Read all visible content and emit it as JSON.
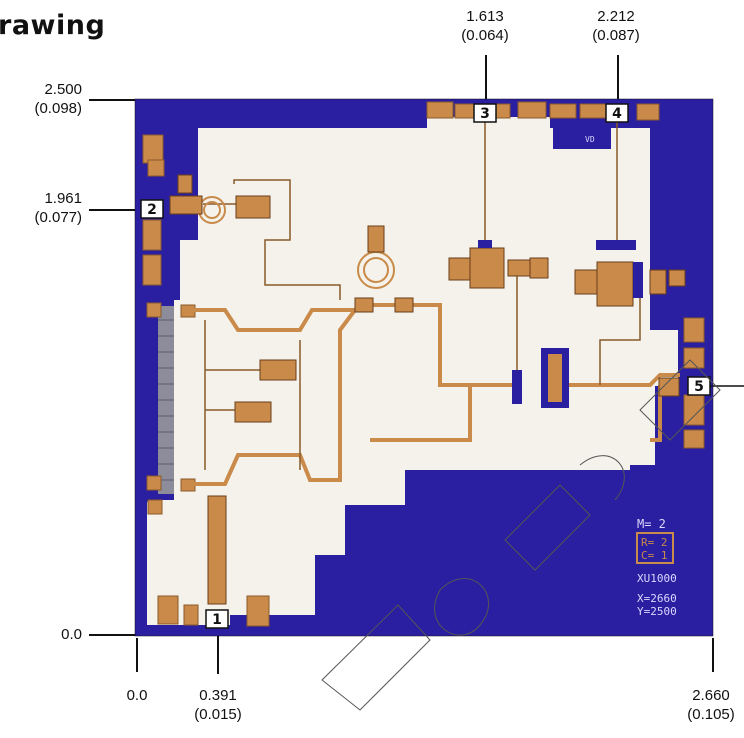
{
  "title": "rawing",
  "dimensions": {
    "top_pad3": {
      "mm": "1.613",
      "in": "(0.064)"
    },
    "top_pad4": {
      "mm": "2.212",
      "in": "(0.087)"
    },
    "left_top": {
      "mm": "2.500",
      "in": "(0.098)"
    },
    "left_pad2": {
      "mm": "1.961",
      "in": "(0.077)"
    },
    "left_bottom": {
      "mm": "0.0"
    },
    "bottom_left": {
      "mm": "0.0"
    },
    "bottom_pad1": {
      "mm": "0.391",
      "in": "(0.015)"
    },
    "bottom_right": {
      "mm": "2.660",
      "in": "(0.105)"
    }
  },
  "pads": {
    "p1": "1",
    "p2": "2",
    "p3": "3",
    "p4": "4",
    "p5": "5"
  },
  "die_marks": {
    "m_label": "M= 2",
    "r_label": "R= 2",
    "c_label": "C= 1",
    "part": "XU1000",
    "x_dim": "X=2660",
    "y_dim": "Y=2500",
    "vd": "VD"
  },
  "colors": {
    "substrate": "#2a1fa0",
    "metal": "#f4f2ea",
    "gold": "#c98a4a"
  }
}
